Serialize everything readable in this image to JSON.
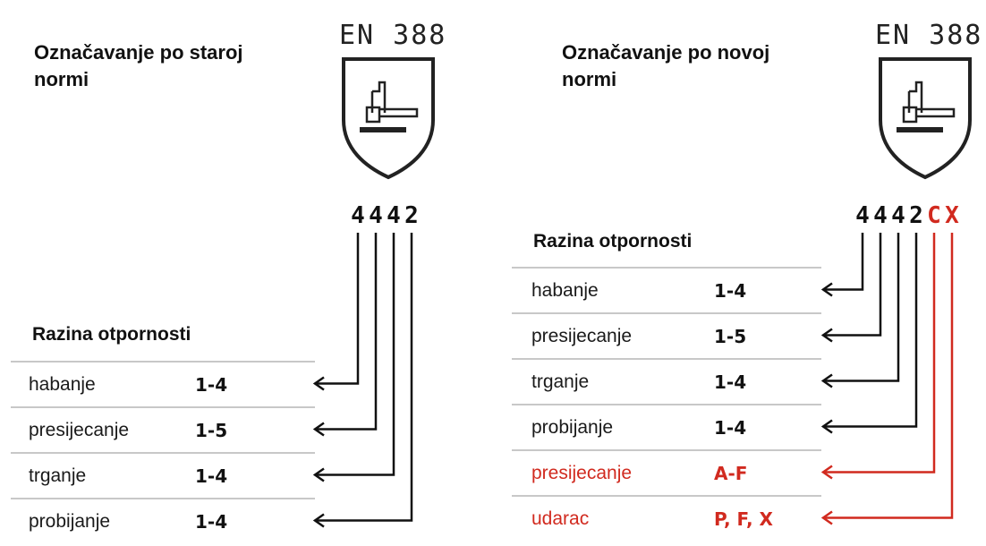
{
  "old": {
    "title": "Označavanje po staroj\nnormi",
    "standard": "EN 388",
    "digits": [
      {
        "char": "4",
        "color": "#111111"
      },
      {
        "char": "4",
        "color": "#111111"
      },
      {
        "char": "4",
        "color": "#111111"
      },
      {
        "char": "2",
        "color": "#111111"
      }
    ],
    "table_title": "Razina otpornosti",
    "rows": [
      {
        "property": "habanje",
        "range": "1-4",
        "color": "#1a1a1a"
      },
      {
        "property": "presijecanje",
        "range": "1-5",
        "color": "#1a1a1a"
      },
      {
        "property": "trganje",
        "range": "1-4",
        "color": "#1a1a1a"
      },
      {
        "property": "probijanje",
        "range": "1-4",
        "color": "#1a1a1a"
      }
    ]
  },
  "new": {
    "title": "Označavanje po novoj\nnormi",
    "standard": "EN 388",
    "digits": [
      {
        "char": "4",
        "color": "#111111"
      },
      {
        "char": "4",
        "color": "#111111"
      },
      {
        "char": "4",
        "color": "#111111"
      },
      {
        "char": "2",
        "color": "#111111"
      },
      {
        "char": "C",
        "color": "#d12a1f"
      },
      {
        "char": "X",
        "color": "#d12a1f"
      }
    ],
    "table_title": "Razina otpornosti",
    "rows": [
      {
        "property": "habanje",
        "range": "1-4",
        "color": "#1a1a1a"
      },
      {
        "property": "presijecanje",
        "range": "1-5",
        "color": "#1a1a1a"
      },
      {
        "property": "trganje",
        "range": "1-4",
        "color": "#1a1a1a"
      },
      {
        "property": "probijanje",
        "range": "1-4",
        "color": "#1a1a1a"
      },
      {
        "property": "presijecanje",
        "range": "A-F",
        "color": "#d12a1f"
      },
      {
        "property": "udarac",
        "range": "P, F, X",
        "color": "#d12a1f"
      }
    ]
  },
  "colors": {
    "accent_red": "#d12a1f",
    "text": "#1a1a1a",
    "divider": "#c8c8c8"
  }
}
